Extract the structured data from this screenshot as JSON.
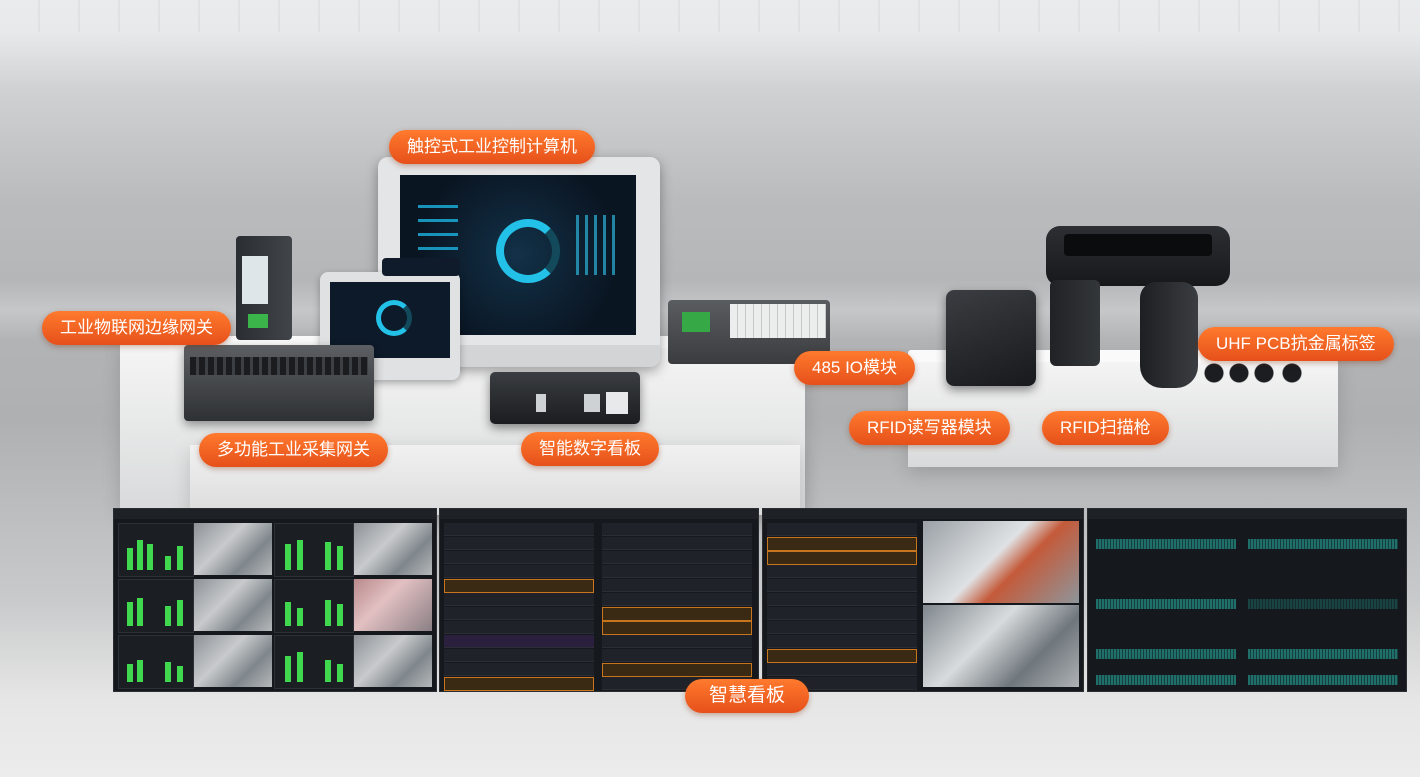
{
  "labels": {
    "touch_ipc": "触控式工业控制计算机",
    "iot_gateway": "工业物联网边缘网关",
    "multi_gateway": "多功能工业采集网关",
    "digital_board": "智能数字看板",
    "io_module": "485 IO模块",
    "uhf_tag": "UHF PCB抗金属标签",
    "rfid_module": "RFID读写器模块",
    "rfid_gun": "RFID扫描枪",
    "smart_board": "智慧看板"
  },
  "colors": {
    "label_orange": "#ff6a1f",
    "screen_green": "#3fd84f",
    "highlight_orange": "#c8761e"
  },
  "icons": {
    "monitor": "touch-monitor-icon",
    "gateway": "din-gateway-icon",
    "scanner": "rfid-gun-icon"
  }
}
